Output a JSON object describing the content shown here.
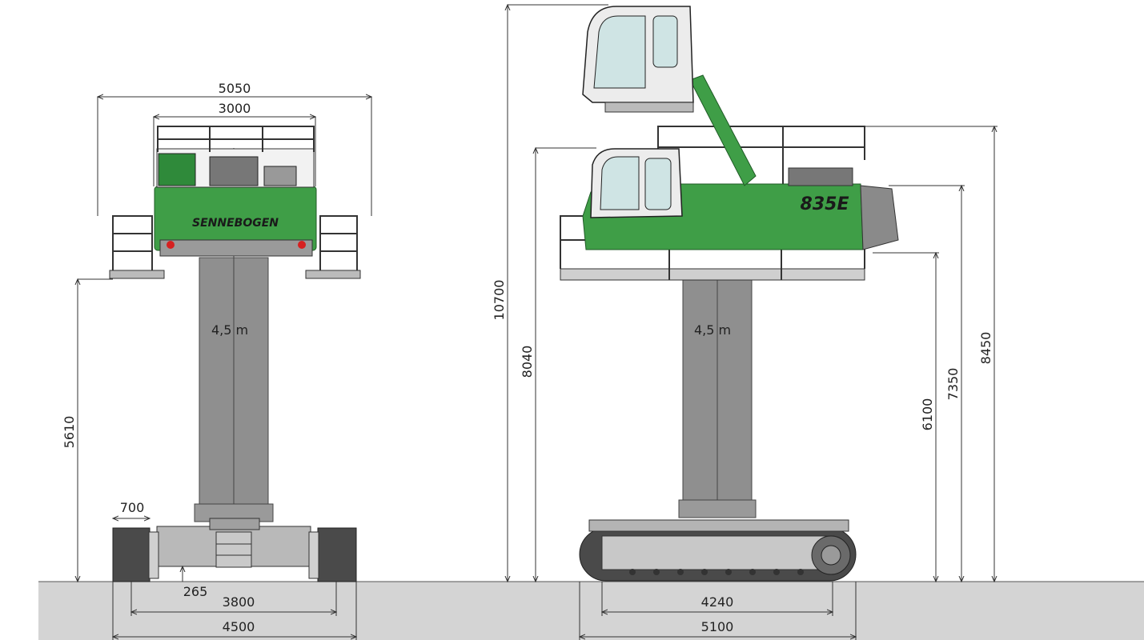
{
  "brand": {
    "logo_text": "SENNEBOGEN",
    "model_badge": "835E",
    "green": "#3f9e47",
    "dark_green": "#2c7a35",
    "column_gray": "#8a8a8a",
    "ground_gray": "#d4d4d4"
  },
  "front_view": {
    "overall_width": "5050",
    "upper_width": "3000",
    "platform_height": "5610",
    "column_label": "4,5 m",
    "track_width": "700",
    "ground_clearance": "265",
    "track_gauge": "3800",
    "base_width": "4500"
  },
  "side_view": {
    "cab_max_height": "10700",
    "cab_low_height": "8040",
    "column_label": "4,5 m",
    "railing_height": "8450",
    "counterweight_height": "7350",
    "platform_height": "6100",
    "track_length": "4240",
    "overall_length": "5100"
  }
}
